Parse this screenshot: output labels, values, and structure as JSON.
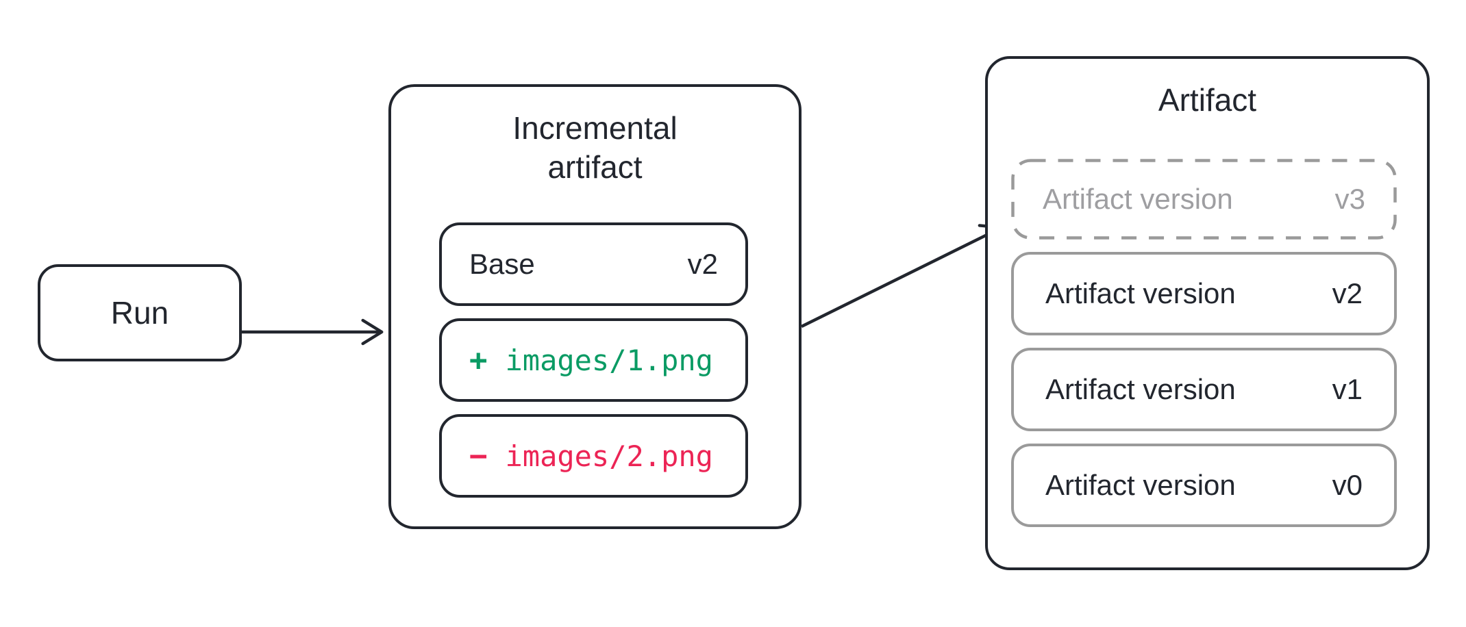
{
  "run_box": {
    "label": "Run"
  },
  "incremental_box": {
    "title_line1": "Incremental",
    "title_line2": "artifact",
    "base_row": {
      "label": "Base",
      "version": "v2"
    },
    "added_row": {
      "sign": "+",
      "path": "images/1.png"
    },
    "removed_row": {
      "sign": "−",
      "path": "images/2.png"
    }
  },
  "artifact_box": {
    "title": "Artifact",
    "versions": [
      {
        "label": "Artifact version",
        "version": "v3"
      },
      {
        "label": "Artifact version",
        "version": "v2"
      },
      {
        "label": "Artifact version",
        "version": "v1"
      },
      {
        "label": "Artifact version",
        "version": "v0"
      }
    ]
  },
  "colors": {
    "outline_dark": "#22262e",
    "outline_gray": "#9a9a9a",
    "muted_text": "#9e9ea1",
    "added_green": "#0a9b64",
    "removed_red": "#ec2455"
  }
}
